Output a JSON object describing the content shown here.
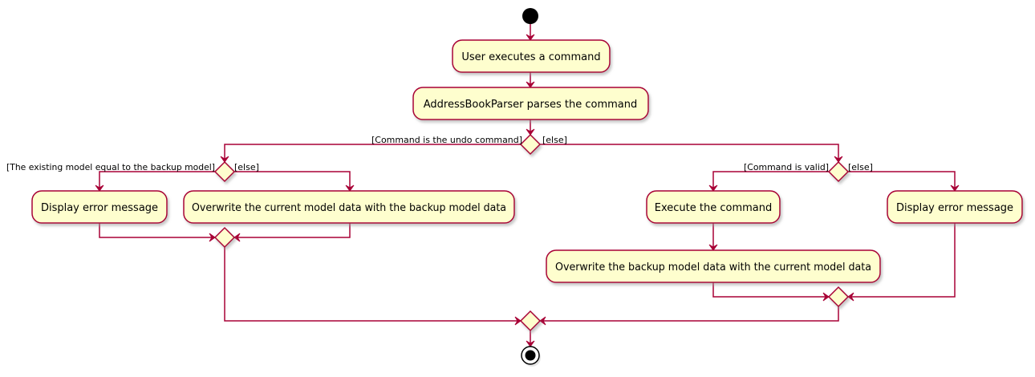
{
  "activities": {
    "user_executes": "User executes a command",
    "parser_parses": "AddressBookParser parses the command",
    "display_error_left": "Display error message",
    "overwrite_current": "Overwrite the current model data with the backup model data",
    "execute_command": "Execute the command",
    "display_error_right": "Display error message",
    "overwrite_backup": "Overwrite the backup model data with the current model data"
  },
  "guards": {
    "undo_command": "[Command is the undo command]",
    "else_top": "[else]",
    "model_equal_backup": "[The existing model equal to the backup model]",
    "else_left": "[else]",
    "command_valid": "[Command is valid]",
    "else_right": "[else]"
  },
  "colors": {
    "line": "#A80036",
    "fill": "#FEFECE",
    "node": "#000000"
  }
}
